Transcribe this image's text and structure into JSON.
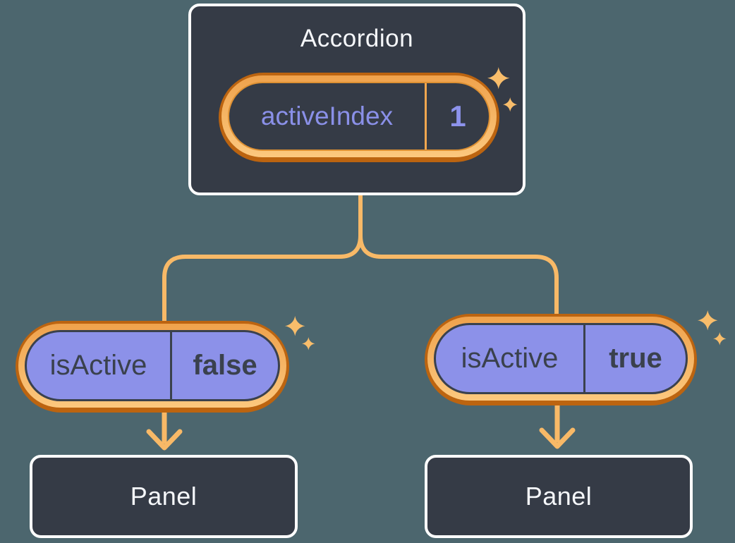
{
  "colors": {
    "background": "#4C666E",
    "card_fill": "#353B46",
    "card_border": "#FFFFFF",
    "card_text": "#F5F7FA",
    "pill_purple": "#8C91E9",
    "purple_text": "#8A90E8",
    "dark_text": "#3A414D",
    "highlight_orange_dark": "#BC6410",
    "highlight_orange_light": "#FBC377",
    "connector_orange": "#F8B967",
    "sparkle_orange": "#F8BD6B"
  },
  "accordion": {
    "title": "Accordion",
    "state": {
      "name": "activeIndex",
      "value": "1"
    }
  },
  "props": [
    {
      "name": "isActive",
      "value": "false"
    },
    {
      "name": "isActive",
      "value": "true"
    }
  ],
  "panels": [
    {
      "label": "Panel"
    },
    {
      "label": "Panel"
    }
  ],
  "icons": {
    "sparkle": "four-point-star",
    "arrow": "down-arrow"
  }
}
